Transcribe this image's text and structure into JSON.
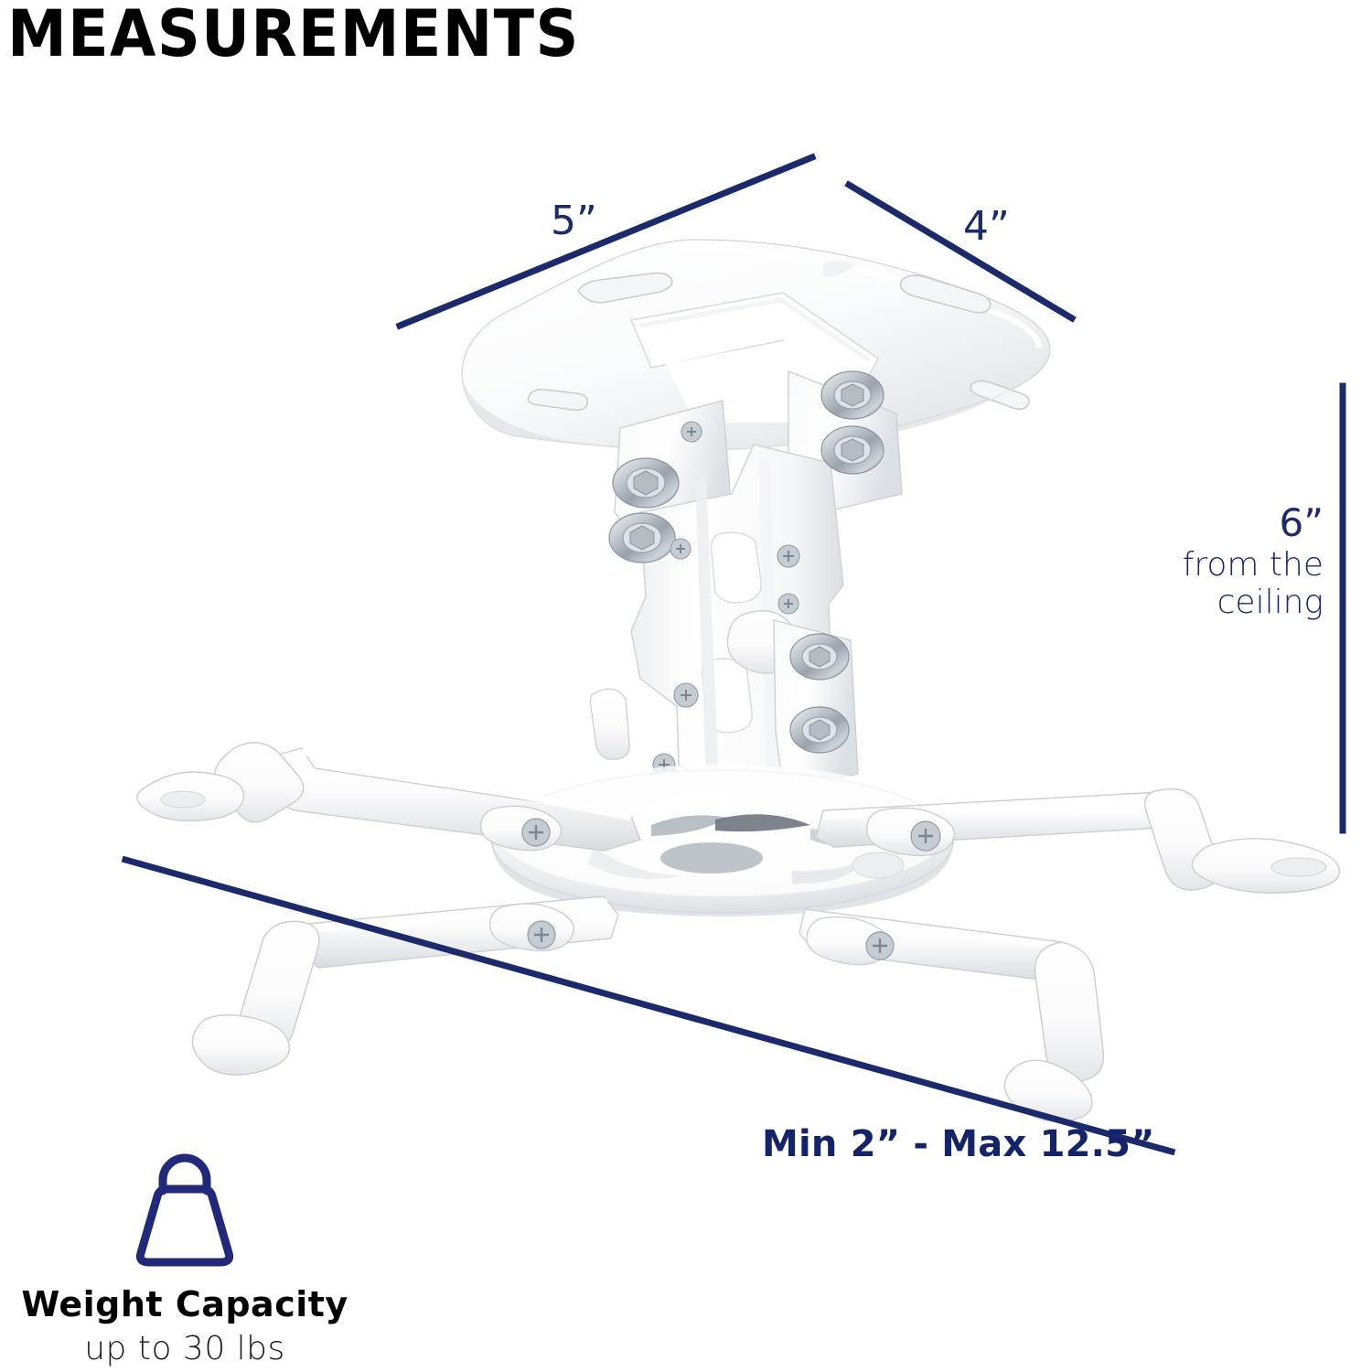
{
  "page": {
    "title": "MEASUREMENTS",
    "background_color": "#ffffff",
    "accent_color": "#1b2a6b",
    "text_color": "#000000"
  },
  "dimensions": {
    "depth_label": "5”",
    "width_label": "4”",
    "drop_value": "6”",
    "drop_line_1": "from the",
    "drop_line_2": "ceiling",
    "extension_label": "Min 2” - Max 12.5”"
  },
  "weight_capacity": {
    "icon": "weight-icon",
    "title": "Weight Capacity",
    "value": "up to 30 lbs"
  },
  "product": {
    "name": "universal-projector-ceiling-mount",
    "body_color": "#ffffff",
    "shadow_color": "#d8dadd",
    "hardware_color": "#b9bfc6"
  }
}
